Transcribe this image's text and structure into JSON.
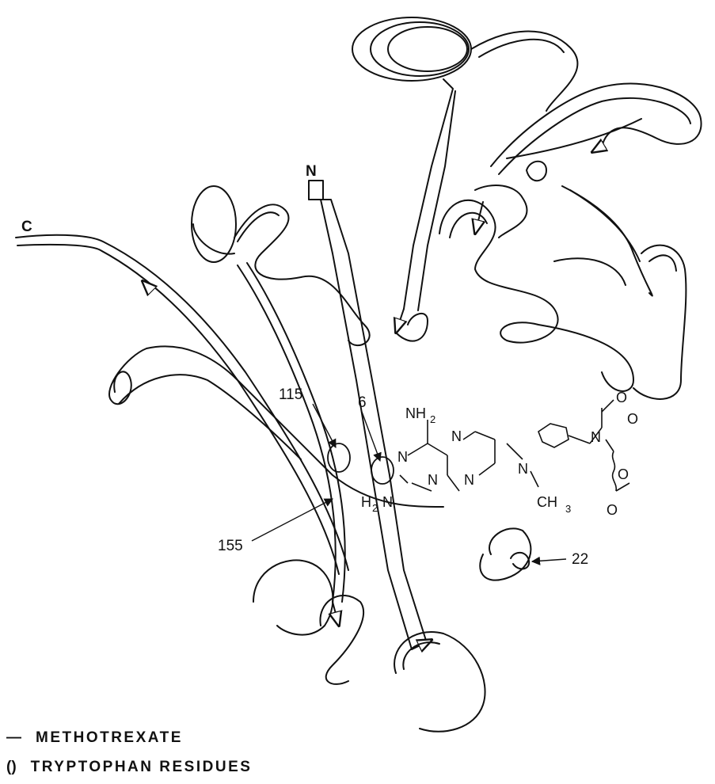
{
  "diagram": {
    "terminus_labels": {
      "n": "N",
      "c": "C"
    },
    "residue_labels": [
      "115",
      "6",
      "155",
      "22"
    ],
    "ligand_atoms": {
      "nh2": "NH",
      "nh2_sub": "2",
      "h2n_h": "H",
      "h2n_sub": "2",
      "h2n_n": "N",
      "ring_n1": "N",
      "ring_n2": "N",
      "ring_n3": "N",
      "ring_n4": "N",
      "amine_n": "N",
      "ch3": "CH",
      "ch3_sub": "3",
      "glu_n": "N",
      "o1": "O",
      "o2": "O",
      "o3": "O",
      "o4": "O"
    }
  },
  "legend": [
    {
      "symbol": "—",
      "text": "METHOTREXATE"
    },
    {
      "symbol": "()",
      "text": "TRYPTOPHAN RESIDUES"
    }
  ]
}
